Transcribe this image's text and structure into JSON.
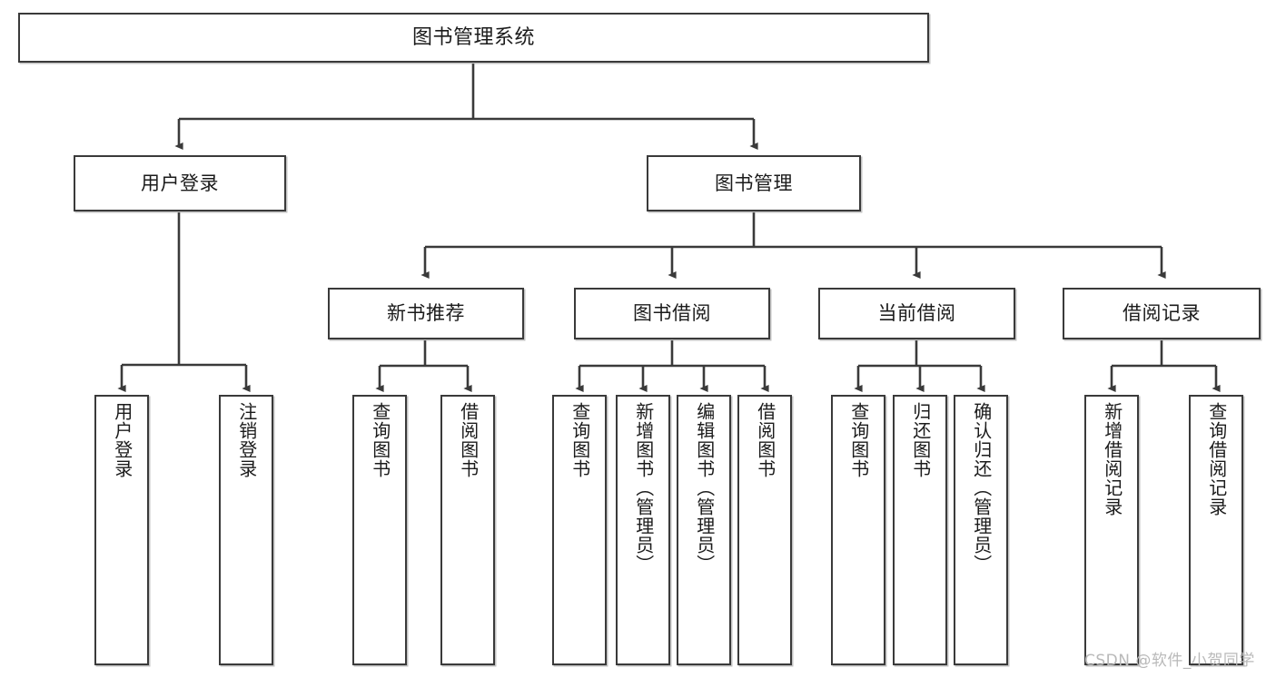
{
  "diagram": {
    "title": "图书管理系统",
    "root": {
      "label": "图书管理系统"
    },
    "level2": [
      {
        "label": "用户登录"
      },
      {
        "label": "图书管理"
      }
    ],
    "level3": [
      {
        "label": "新书推荐"
      },
      {
        "label": "图书借阅"
      },
      {
        "label": "当前借阅"
      },
      {
        "label": "借阅记录"
      }
    ],
    "leaves": {
      "user_login": [
        {
          "label": "用户登录"
        },
        {
          "label": "注销登录"
        }
      ],
      "new_book_recommend": [
        {
          "label": "查询图书"
        },
        {
          "label": "借阅图书"
        }
      ],
      "book_borrow": [
        {
          "label": "查询图书"
        },
        {
          "label": "新增图书（管理员）"
        },
        {
          "label": "编辑图书（管理员）"
        },
        {
          "label": "借阅图书"
        }
      ],
      "current_borrow": [
        {
          "label": "查询图书"
        },
        {
          "label": "归还图书"
        },
        {
          "label": "确认归还（管理员）"
        }
      ],
      "borrow_record": [
        {
          "label": "新增借阅记录"
        },
        {
          "label": "查询借阅记录"
        }
      ]
    }
  },
  "watermark": {
    "text": "CSDN @软件_小贺同学"
  },
  "colors": {
    "box_border": "#3a3a3a",
    "text": "#1b1b1b",
    "edge": "#3a3a3a",
    "background": "#ffffff",
    "watermark": "#b9b9b9"
  }
}
